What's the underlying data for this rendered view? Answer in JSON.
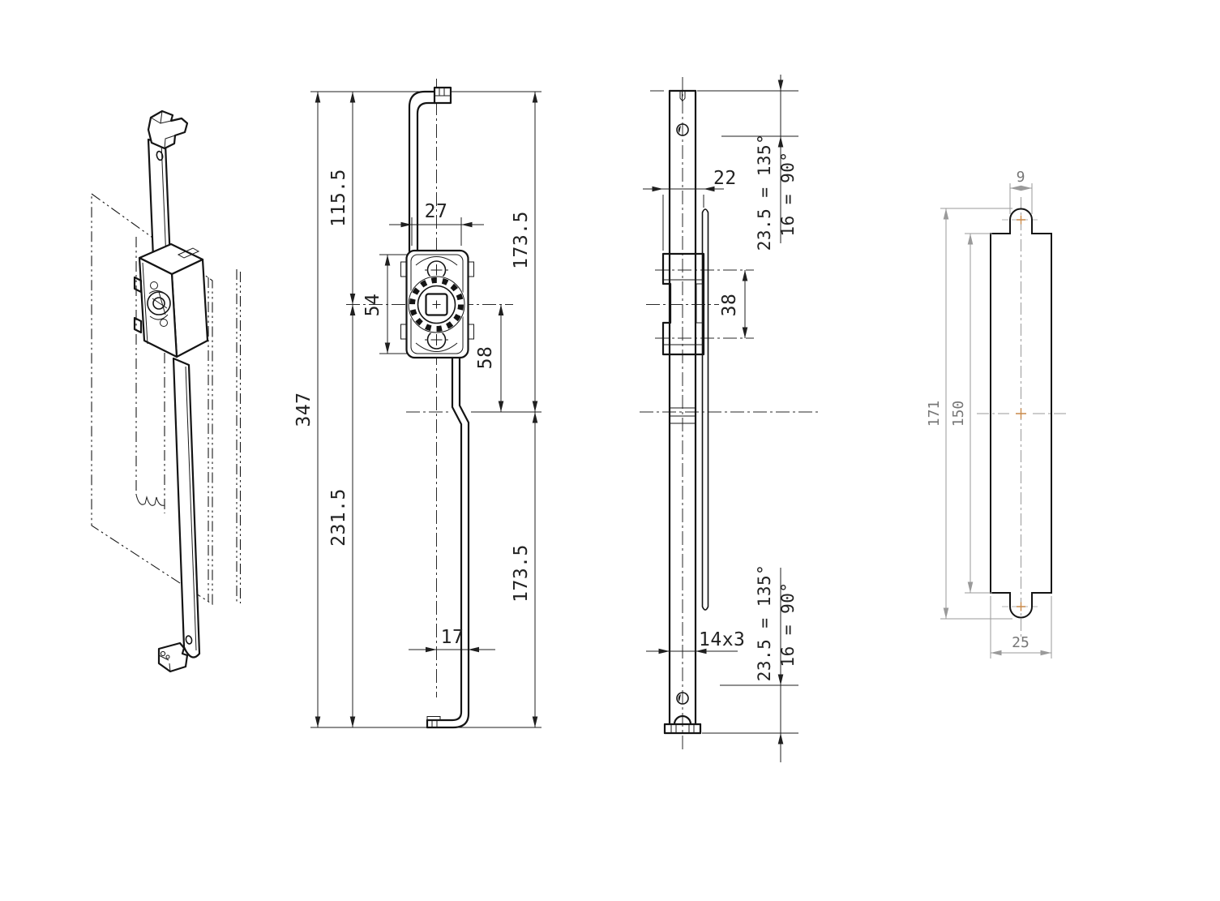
{
  "front_view": {
    "overall_height": "347",
    "top_to_gear_center": "115.5",
    "gear_center_to_bottom": "231.5",
    "top_to_mid": "173.5",
    "mid_to_bottom": "173.5",
    "housing_width": "27",
    "housing_height": "54",
    "gear_center_to_jog": "58",
    "foot_offset": "17"
  },
  "side_view": {
    "housing_width": "22",
    "screw_spacing": "38",
    "bar_section": "14x3",
    "top_stroke_135": "23.5 = 135°",
    "top_stroke_90": "16 = 90°",
    "bottom_stroke_135": "23.5 = 135°",
    "bottom_stroke_90": "16 = 90°"
  },
  "plate_view": {
    "tab_width": "9",
    "overall_height": "171",
    "body_height": "150",
    "plate_width": "25"
  }
}
